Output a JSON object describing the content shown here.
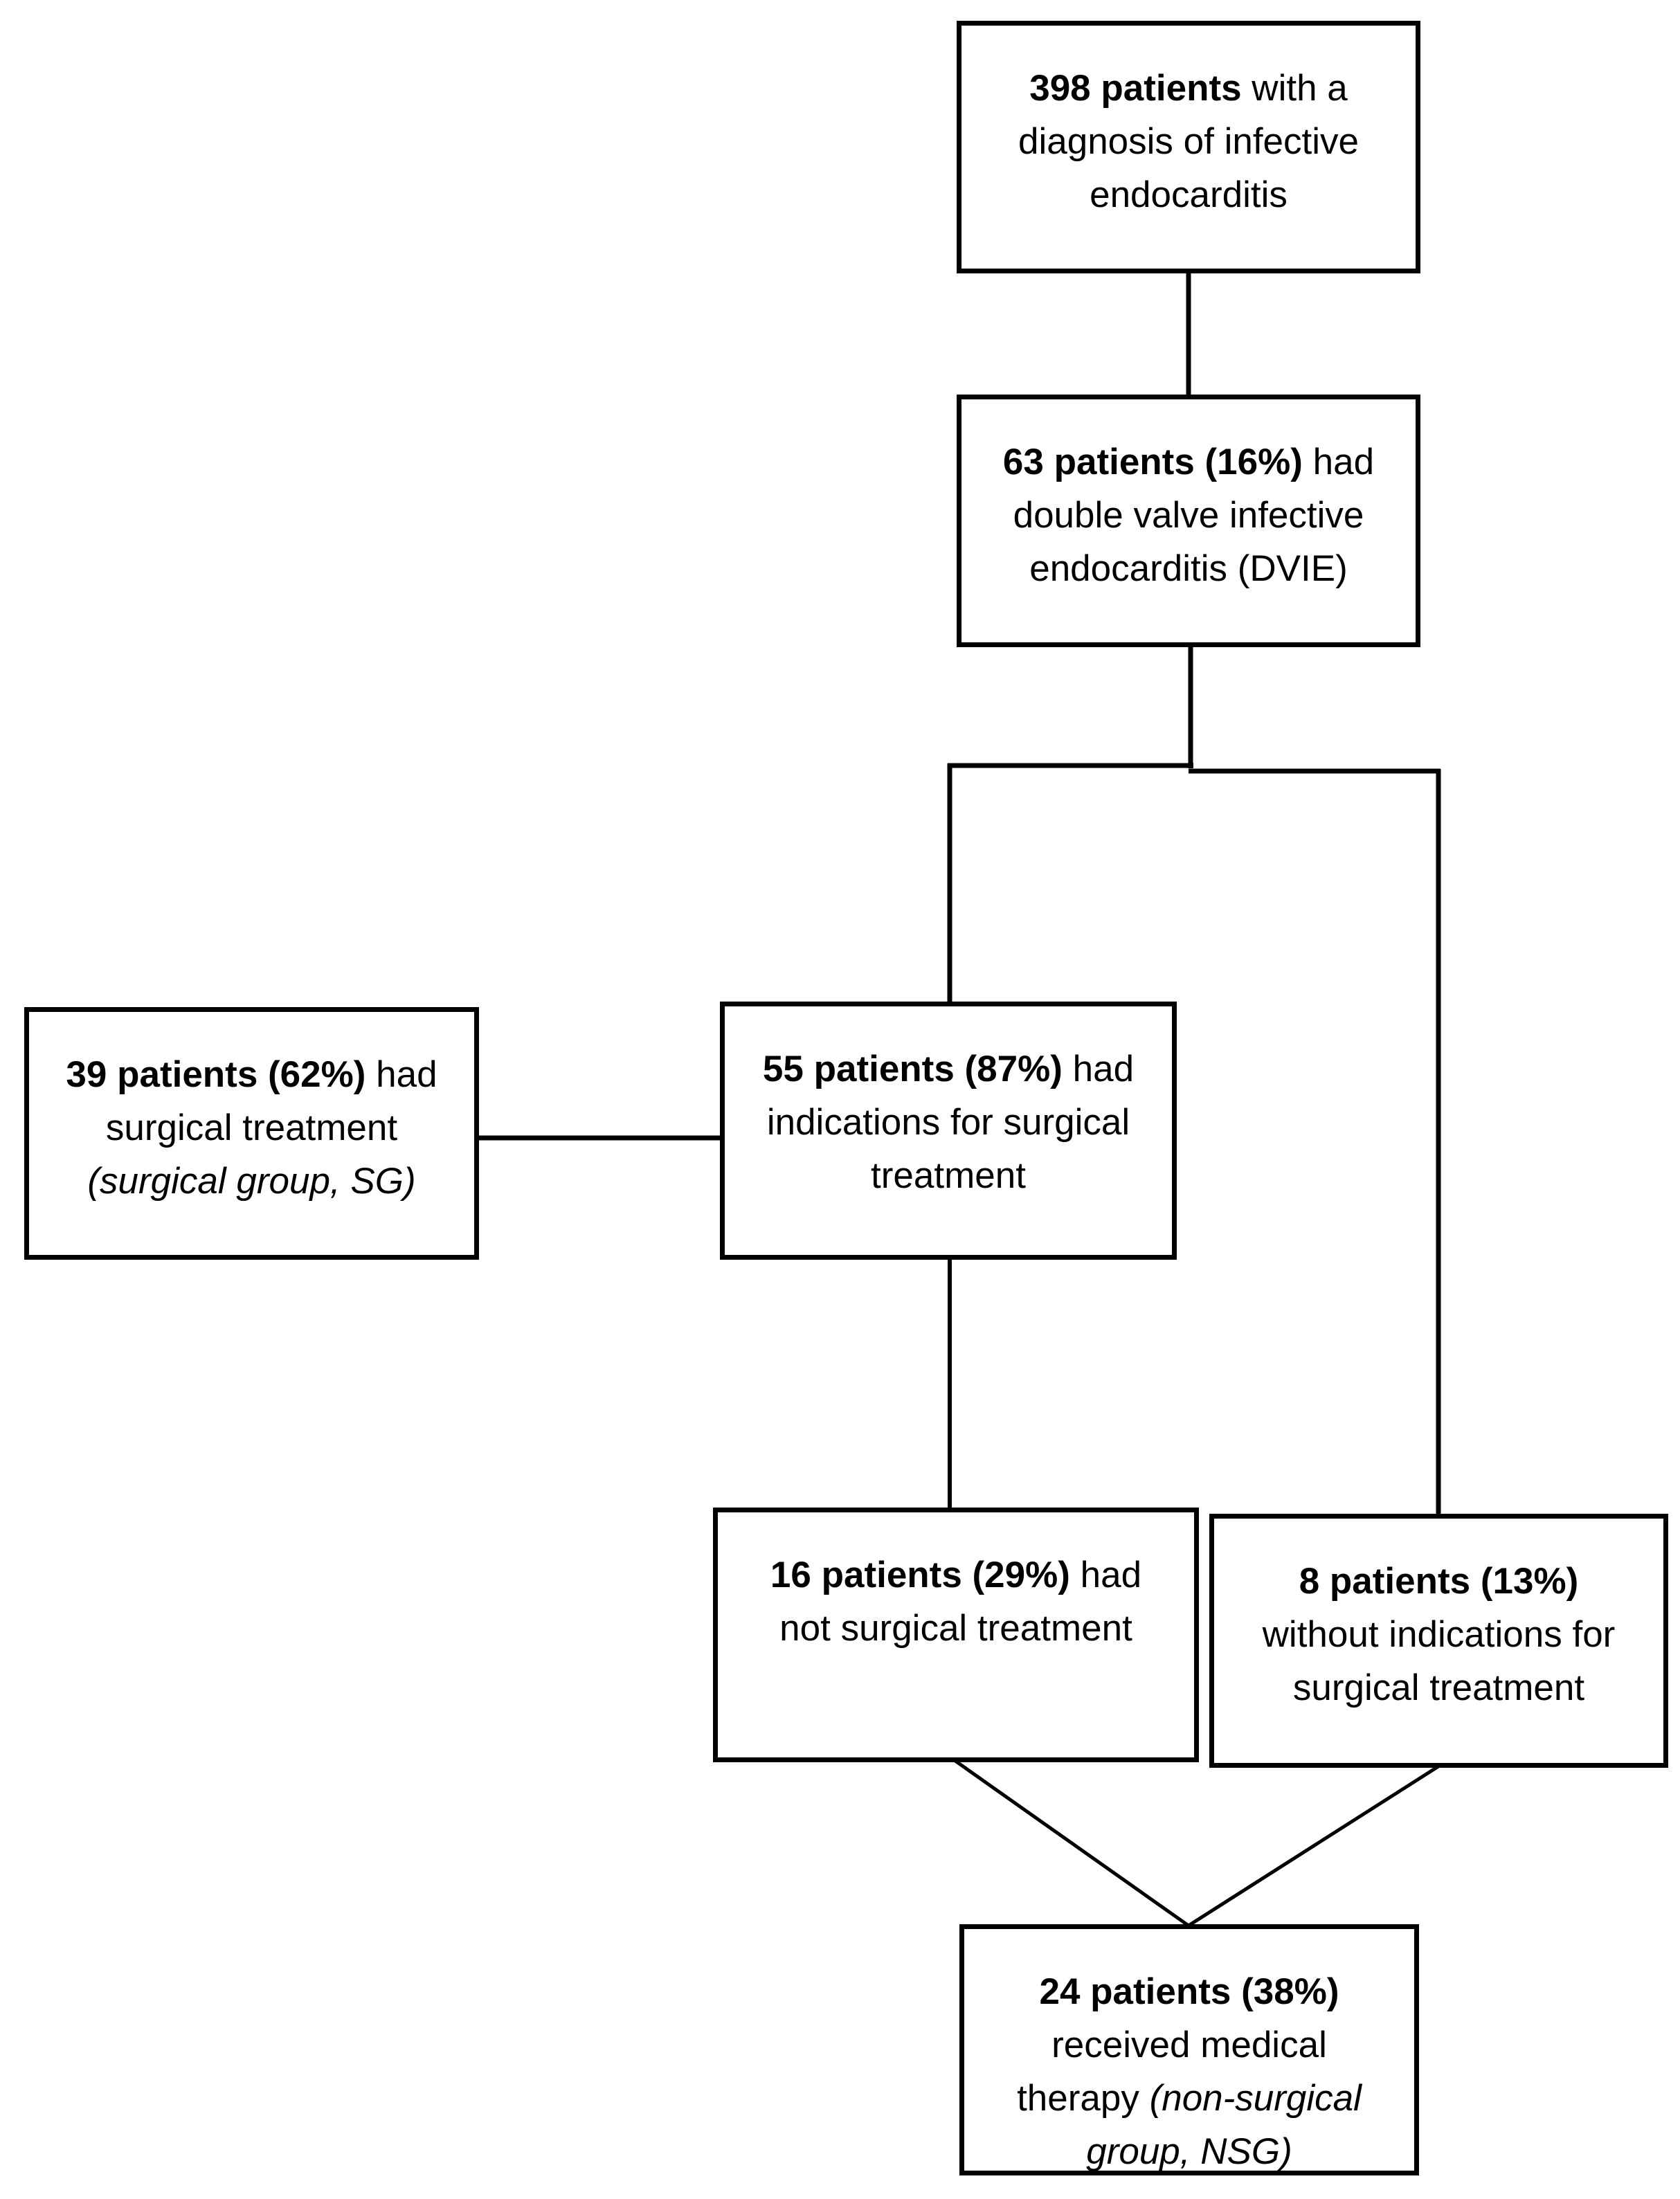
{
  "diagram": {
    "type": "flowchart",
    "colors": {
      "background": "#ffffff",
      "box_fill": "#ffffff",
      "box_border": "#000000",
      "connector": "#000000",
      "text": "#000000"
    },
    "boxes": {
      "total": {
        "lines": [
          [
            {
              "t": "398 patients",
              "s": "bold"
            },
            {
              "t": " with a",
              "s": "regular"
            }
          ],
          [
            {
              "t": "diagnosis of infective",
              "s": "regular"
            }
          ],
          [
            {
              "t": "endocarditis",
              "s": "regular"
            }
          ]
        ]
      },
      "dvie": {
        "lines": [
          [
            {
              "t": "63 patients (16%)",
              "s": "bold"
            },
            {
              "t": " had",
              "s": "regular"
            }
          ],
          [
            {
              "t": "double valve infective",
              "s": "regular"
            }
          ],
          [
            {
              "t": "endocarditis (DVIE)",
              "s": "regular"
            }
          ]
        ]
      },
      "surgical": {
        "lines": [
          [
            {
              "t": "39 patients (62%)",
              "s": "bold"
            },
            {
              "t": " had",
              "s": "regular"
            }
          ],
          [
            {
              "t": "surgical treatment",
              "s": "regular"
            }
          ],
          [
            {
              "t": "(surgical group, SG)",
              "s": "italic"
            }
          ]
        ]
      },
      "indications": {
        "lines": [
          [
            {
              "t": "55 patients (87%)",
              "s": "bold"
            },
            {
              "t": " had",
              "s": "regular"
            }
          ],
          [
            {
              "t": "indications for surgical",
              "s": "regular"
            }
          ],
          [
            {
              "t": "treatment",
              "s": "regular"
            }
          ]
        ]
      },
      "nosurgery": {
        "lines": [
          [
            {
              "t": "16 patients (29%)",
              "s": "bold"
            },
            {
              "t": " had",
              "s": "regular"
            }
          ],
          [
            {
              "t": "not surgical treatment",
              "s": "regular"
            }
          ]
        ]
      },
      "noindications": {
        "lines": [
          [
            {
              "t": "8 patients (13%)",
              "s": "bold"
            }
          ],
          [
            {
              "t": "without indications for",
              "s": "regular"
            }
          ],
          [
            {
              "t": "surgical treatment",
              "s": "regular"
            }
          ]
        ]
      },
      "nsg": {
        "lines": [
          [
            {
              "t": "24 patients (38%)",
              "s": "bold"
            }
          ],
          [
            {
              "t": "received medical",
              "s": "regular"
            }
          ],
          [
            {
              "t": "therapy ",
              "s": "regular"
            },
            {
              "t": "(non-surgical",
              "s": "italic"
            }
          ],
          [
            {
              "t": "group, NSG)",
              "s": "italic"
            }
          ]
        ]
      }
    }
  }
}
